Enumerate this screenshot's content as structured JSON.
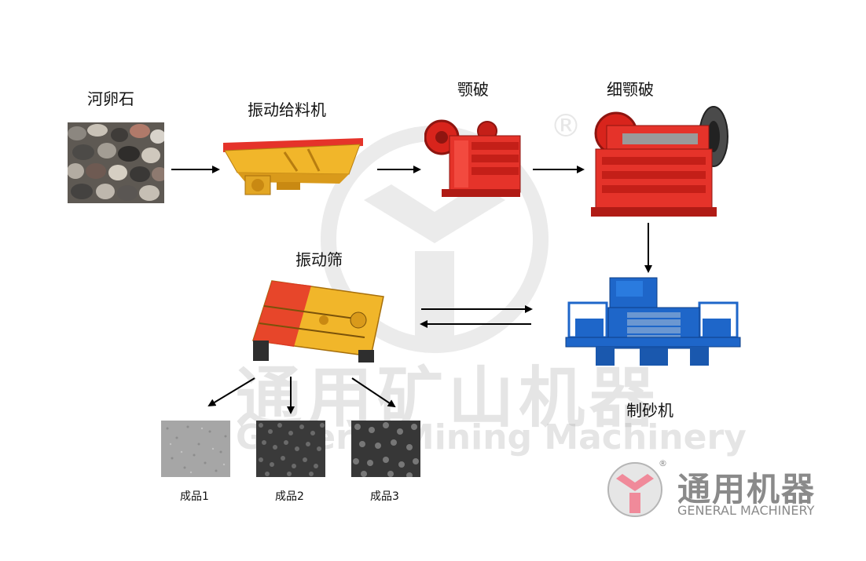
{
  "steps": {
    "pebbles": "河卵石",
    "feeder": "振动给料机",
    "jaw_crusher": "颚破",
    "fine_jaw_crusher": "细颚破",
    "sand_maker": "制砂机",
    "vibrating_screen": "振动筛"
  },
  "products": [
    "成品1",
    "成品2",
    "成品3"
  ],
  "watermark": {
    "cn": "通用矿山机器",
    "en": "General Mining Machinery",
    "reg": "®"
  },
  "brand": {
    "cn": "通用机器",
    "en": "GENERAL MACHINERY",
    "reg": "®"
  },
  "colors": {
    "accent_red": "#e5332a",
    "feeder_yellow": "#f1b62a",
    "sand_maker_blue": "#1e66c9",
    "brand_pink": "#f08a9a",
    "brand_gray": "#8a8a8a"
  }
}
